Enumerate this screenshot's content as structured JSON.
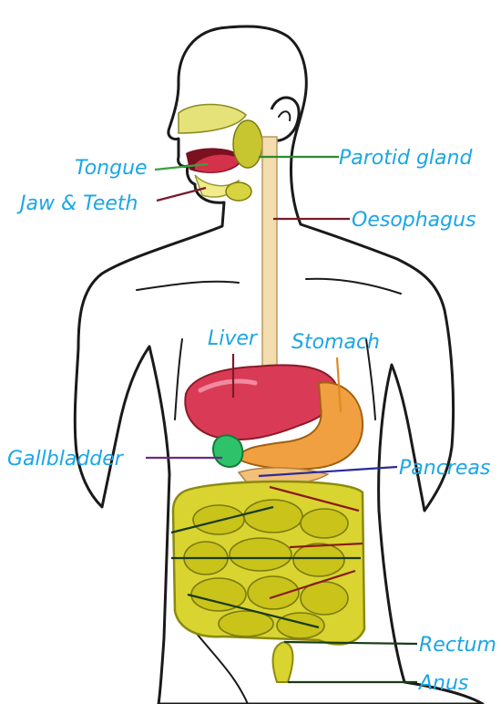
{
  "diagram": {
    "labels": {
      "tongue": "Tongue",
      "jaw_teeth": "Jaw & Teeth",
      "parotid": "Parotid gland",
      "oesophagus": "Oesophagus",
      "liver": "Liver",
      "stomach": "Stomach",
      "gallbladder": "Gallbladder",
      "pancreas": "Pancreas",
      "rectum": "Rectum",
      "anus": "Anus"
    },
    "colors": {
      "label_text": "#1aa6e6",
      "body_outline": "#1a1a1a",
      "liver": "#d93a55",
      "stomach": "#f0a040",
      "gallbladder": "#2ec26a",
      "intestines": "#c9c31a",
      "oesophagus": "#f3dcae"
    }
  }
}
